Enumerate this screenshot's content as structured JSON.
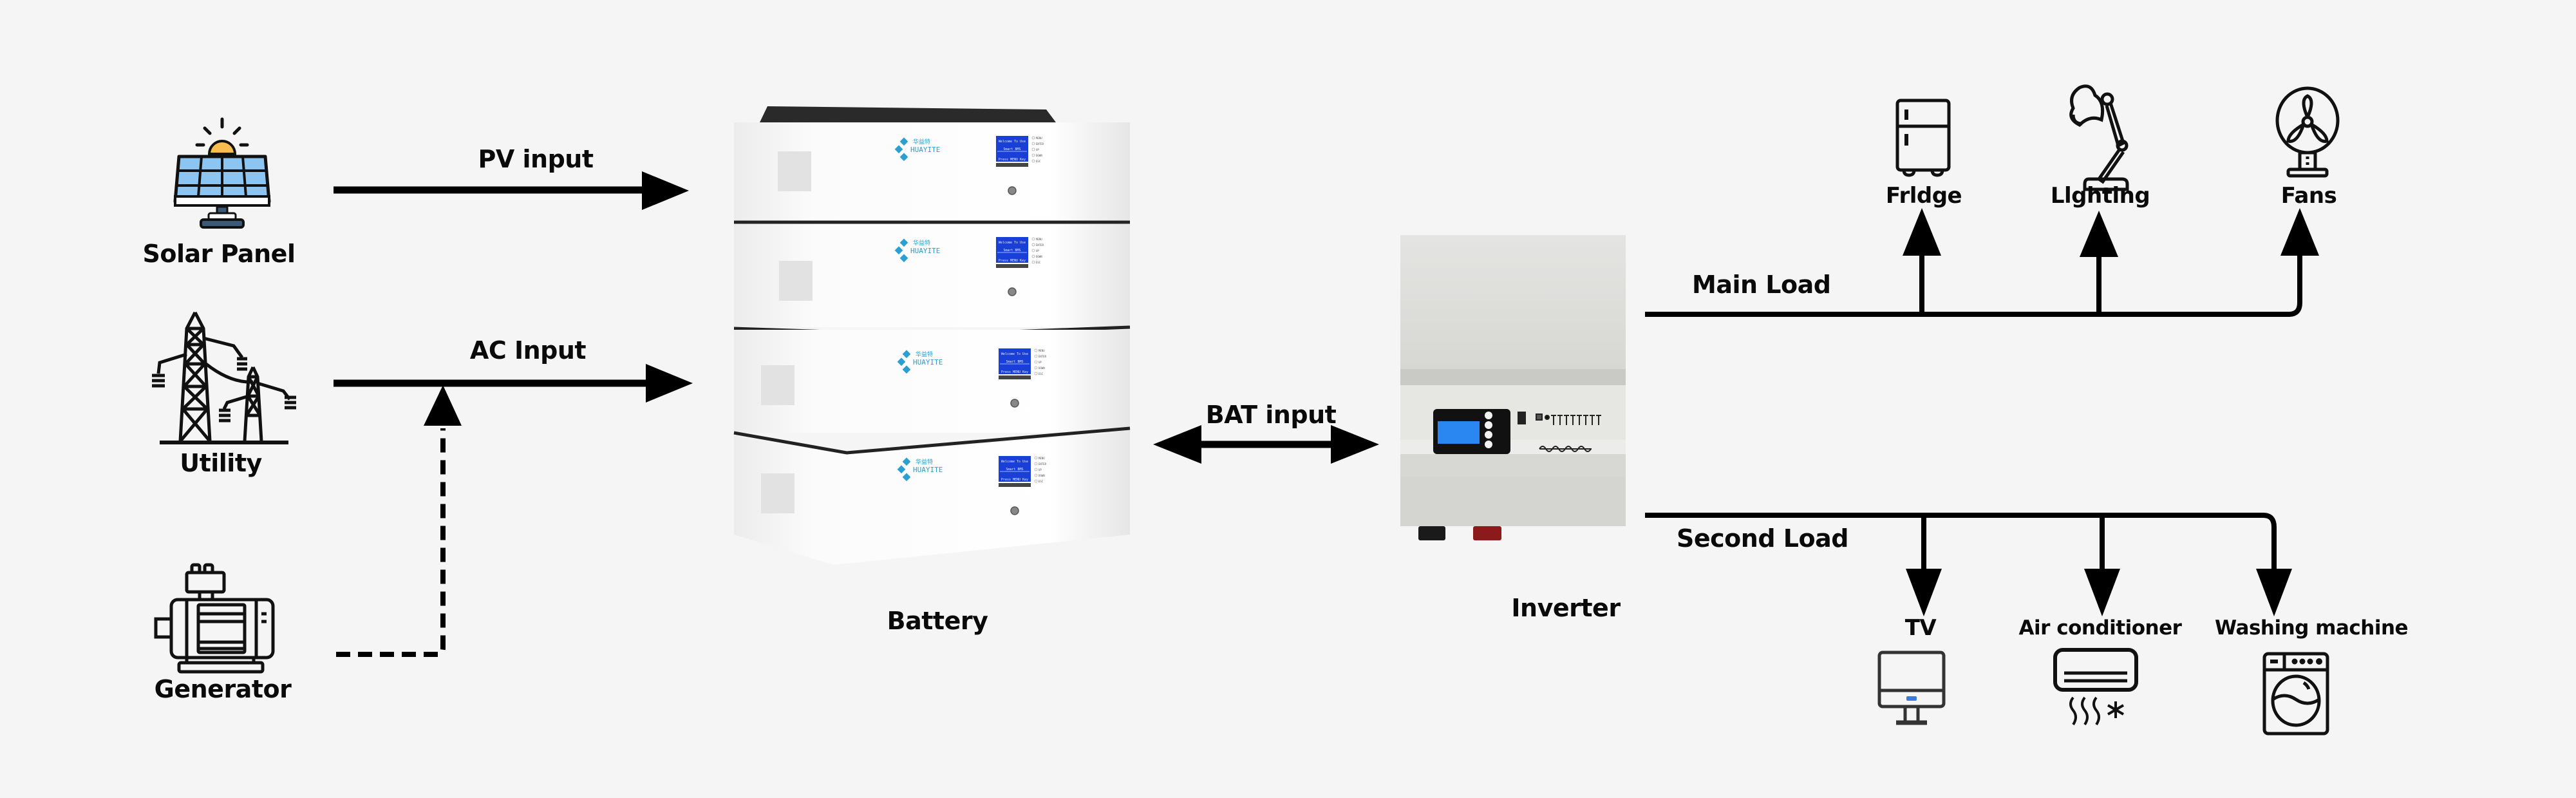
{
  "title": "Hybrid solar energy storage system diagram",
  "sources": [
    {
      "id": "solar",
      "label": "Solar Panel",
      "icon": "solar-panel-icon"
    },
    {
      "id": "utility",
      "label": "Utility",
      "icon": "power-tower-icon"
    },
    {
      "id": "generator",
      "label": "Generator",
      "icon": "generator-motor-icon"
    }
  ],
  "connections": {
    "pv": {
      "label": "PV input",
      "style": "solid",
      "direction": "to-battery"
    },
    "ac": {
      "label": "AC Input",
      "style": "solid",
      "direction": "to-battery"
    },
    "gen": {
      "style": "dashed",
      "direction": "joins-ac-input"
    },
    "bat": {
      "label": "BAT input",
      "style": "solid",
      "direction": "bidirectional"
    }
  },
  "battery": {
    "label": "Battery",
    "modules": 4,
    "brand": "HUAYITE",
    "brand_cn": "华益特",
    "lcd_line1": "Welcome To Use",
    "lcd_line2": "Smart BMS",
    "lcd_line3": "Press MENU Key",
    "buttons": [
      "MENU",
      "ENTER",
      "UP",
      "DOWN",
      "ESC"
    ],
    "brand_color": "#2a9fd0",
    "lcd_color": "#1a3fd6"
  },
  "inverter": {
    "label": "Inverter",
    "button_count": 4,
    "indicator_count": 8,
    "lcd_color": "#2a86f0"
  },
  "main_load": {
    "label": "Main Load",
    "items": [
      {
        "label": "Frldge",
        "icon": "fridge-icon"
      },
      {
        "label": "Llghting",
        "icon": "desk-lamp-icon"
      },
      {
        "label": "Fans",
        "icon": "fan-icon"
      }
    ]
  },
  "second_load": {
    "label": "Second Load",
    "items": [
      {
        "label": "TV",
        "icon": "tv-monitor-icon"
      },
      {
        "label": "Air conditioner",
        "icon": "air-conditioner-icon"
      },
      {
        "label": "Washing machine",
        "icon": "washing-machine-icon"
      }
    ]
  },
  "colors": {
    "background": "#f5f5f5",
    "line": "#000000",
    "solar_cell": "#8cc4f2",
    "sun": "#f7bd4f",
    "stand": "#3a5a78",
    "tv_led": "#3b7be0"
  }
}
